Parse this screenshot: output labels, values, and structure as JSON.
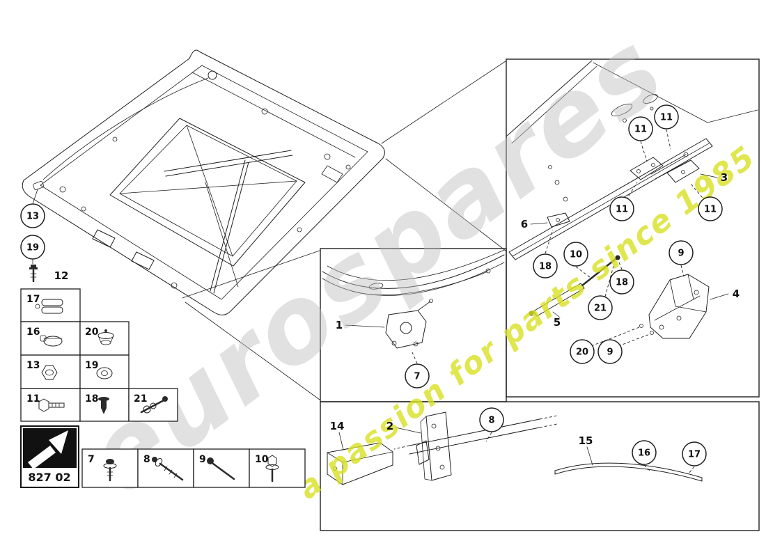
{
  "part_code": "827 02",
  "watermark": {
    "brand": "eurospares",
    "tagline": "a passion for parts since 1985",
    "brand_color": "#bdbdbd",
    "tagline_color": "#d9e021"
  },
  "standalone_callouts": {
    "left_13": "13",
    "left_19": "19",
    "left_12": "12"
  },
  "legend_cells": [
    {
      "label": "17",
      "icon": "pipe-clamp-icon"
    },
    {
      "label": "16",
      "icon": "strap-clamp-icon"
    },
    {
      "label": "20",
      "icon": "grommet-icon"
    },
    {
      "label": "13",
      "icon": "hex-nut-icon"
    },
    {
      "label": "19",
      "icon": "washer-icon"
    },
    {
      "label": "11",
      "icon": "hex-bolt-icon"
    },
    {
      "label": "18",
      "icon": "expander-rivet-icon"
    },
    {
      "label": "21",
      "icon": "screw-washer-assembly-icon"
    },
    {
      "label": "7",
      "icon": "pan-screw-icon"
    },
    {
      "label": "8",
      "icon": "long-bolt-icon"
    },
    {
      "label": "9",
      "icon": "machine-screw-icon"
    },
    {
      "label": "10",
      "icon": "flange-bolt-icon"
    }
  ],
  "right_detail_callouts": [
    "11",
    "11",
    "3",
    "11",
    "11",
    "6",
    "10",
    "18",
    "9",
    "18",
    "21",
    "4",
    "5",
    "20",
    "9"
  ],
  "middle_detail_callouts": [
    "1",
    "7"
  ],
  "bottom_detail_callouts": [
    "14",
    "2",
    "8",
    "15",
    "16",
    "17"
  ]
}
